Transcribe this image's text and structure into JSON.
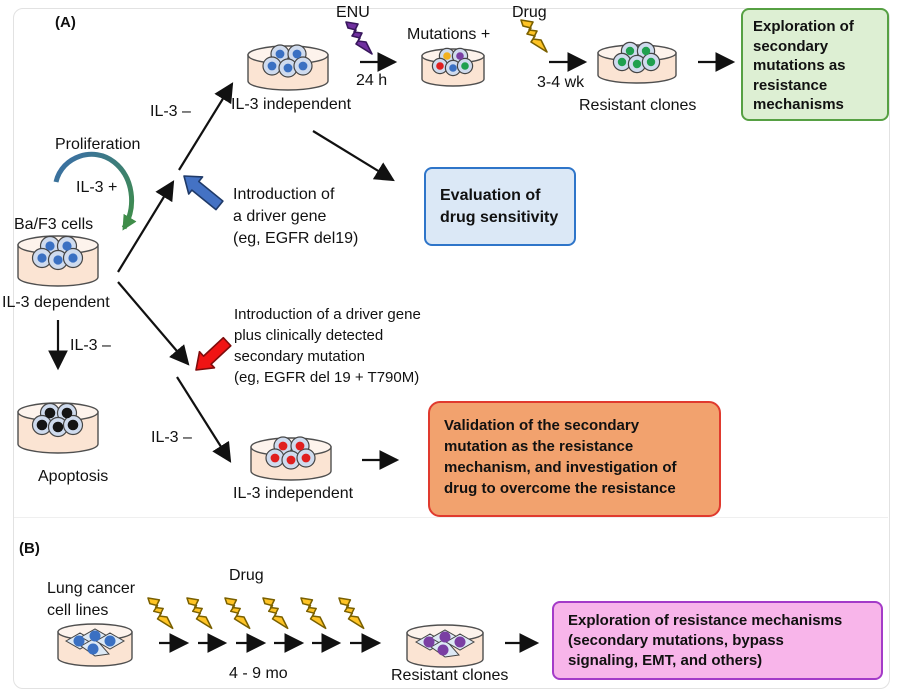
{
  "colors": {
    "frame_border": "#e2e2e2",
    "arrow_black": "#111111",
    "green_fill": "#ddefd3",
    "green_border": "#56a043",
    "blue_fill": "#dbe8f6",
    "blue_border": "#2e75c9",
    "orange_fill": "#f2a26e",
    "orange_border": "#e03a2e",
    "pink_fill": "#f8b5ea",
    "pink_border": "#a43bc8",
    "bolt_yellow": "#ffc425",
    "bolt_yellow_stroke": "#7a6000",
    "bolt_purple": "#7030a0",
    "bolt_purple_stroke": "#38175c",
    "block_blue": "#4472c4",
    "block_blue_stroke": "#1f3a68",
    "block_red": "#f01414",
    "block_red_stroke": "#7e0c0c",
    "dish_fill": "#fbe4d3",
    "dish_top": "#fdf3ec",
    "dish_stroke": "#4f4f4f",
    "cell_fill": "#cfdbee",
    "cell_stroke": "#454545",
    "nucleus_blue": "#3a70c2",
    "nucleus_black": "#151515",
    "nucleus_green": "#1fa04f",
    "nucleus_red": "#e01f1f",
    "nucleus_purple": "#7a3fa3",
    "nucleus_yellow": "#f2b01e",
    "prolif_blue": "#3a6ea8",
    "prolif_green": "#3f8d49"
  },
  "panel_a": {
    "label": "(A)",
    "proliferation_label": "Proliferation",
    "il3_plus_label": "IL-3 +",
    "baf3_cells_label": "Ba/F3 cells",
    "il3_dependent_label": "IL-3 dependent",
    "il3_minus_apoptosis_label": "IL-3 –",
    "apoptosis_label": "Apoptosis",
    "il3_minus_upper_branch_label": "IL-3 –",
    "il3_independent_top_label": "IL-3 independent",
    "enu_label": "ENU",
    "enu_duration": "24 h",
    "mutations_label": "Mutations +",
    "drug_label": "Drug",
    "drug_duration": "3-4 wk",
    "resistant_clones_label": "Resistant clones",
    "driver_gene_note_lines": [
      "Introduction of",
      "a driver gene",
      "(eg, EGFR del19)"
    ],
    "driver_gene_secondary_note_lines": [
      "Introduction of a driver gene",
      "plus clinically detected",
      "secondary mutation",
      "(eg, EGFR del 19 + T790M)"
    ],
    "il3_minus_lower_branch_label": "IL-3 –",
    "il3_independent_bottom_label": "IL-3 independent",
    "green_box_lines": [
      "Exploration of",
      "secondary",
      "mutations as",
      "resistance",
      "mechanisms"
    ],
    "blue_box_lines": [
      "Evaluation of",
      "drug sensitivity"
    ],
    "orange_box_lines": [
      "Validation of the secondary",
      "mutation as the resistance",
      "mechanism, and investigation of",
      "drug to overcome the resistance"
    ]
  },
  "panel_b": {
    "label": "(B)",
    "cell_lines_label_lines": [
      "Lung cancer",
      "cell lines"
    ],
    "drug_label": "Drug",
    "drug_duration": "4 - 9 mo",
    "resistant_clones_label": "Resistant clones",
    "pink_box_lines": [
      "Exploration of resistance mechanisms",
      "(secondary mutations, bypass",
      "signaling, EMT, and others)"
    ]
  }
}
